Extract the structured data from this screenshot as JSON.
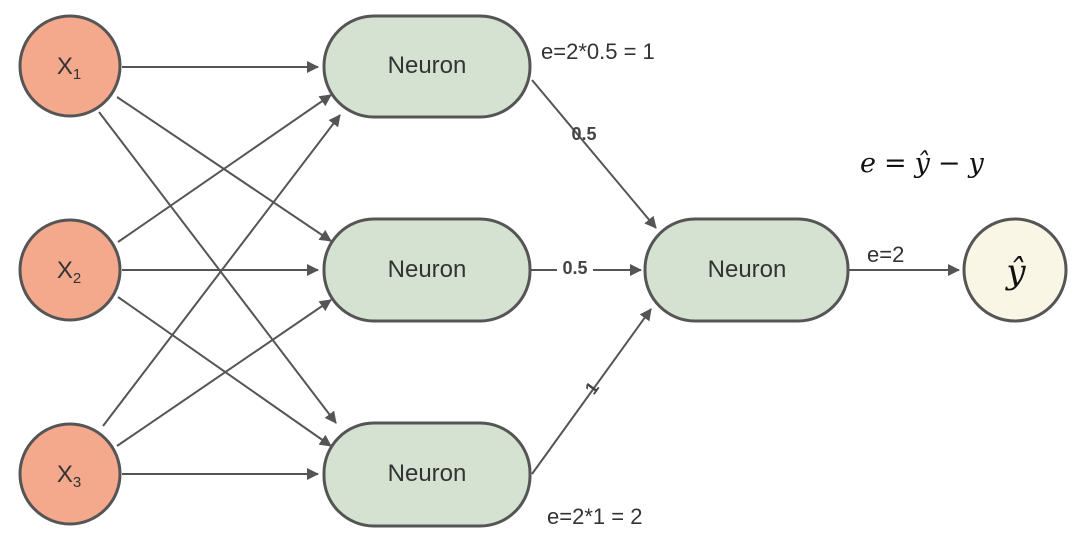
{
  "inputs": [
    {
      "base": "X",
      "sub": "1"
    },
    {
      "base": "X",
      "sub": "2"
    },
    {
      "base": "X",
      "sub": "3"
    }
  ],
  "hidden_neurons": [
    "Neuron",
    "Neuron",
    "Neuron"
  ],
  "output_neuron": "Neuron",
  "weights": {
    "top": "0.5",
    "middle": "0.5",
    "bottom": "1"
  },
  "annotations": {
    "top_error": "e=2*0.5 = 1",
    "bottom_error": "e=2*1 = 2",
    "output_error": "e=2"
  },
  "formula": {
    "lhs": "e",
    "eq": "=",
    "yhat": "ŷ",
    "minus": "−",
    "y": "y"
  },
  "output_label": "ŷ",
  "colors": {
    "input_fill": "#f4a98c",
    "neuron_fill": "#d5e2d1",
    "output_fill": "#faf6e6",
    "stroke": "#555555"
  }
}
